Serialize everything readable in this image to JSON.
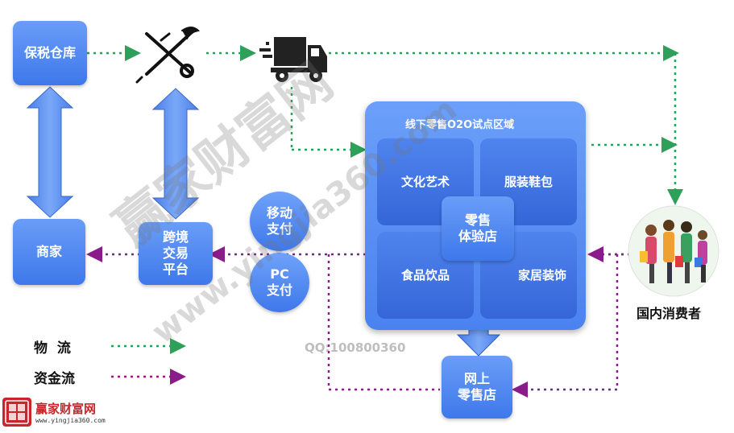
{
  "nodes": {
    "bonded_warehouse": "保税仓库",
    "merchant": "商家",
    "cross_border_platform": "跨境\n交易\n平台",
    "mobile_pay": "移动\n支付",
    "pc_pay": "PC\n支付",
    "o2o_zone_title": "线下零售O2O试点区域",
    "culture_art": "文化艺术",
    "apparel_bags": "服装鞋包",
    "food_drink": "食品饮品",
    "home_decor": "家居装饰",
    "retail_store": "零售\n体验店",
    "online_store": "网上\n零售店",
    "consumer": "国内消费者"
  },
  "legend": {
    "logistics": "物  流",
    "capital_flow": "资金流"
  },
  "watermark": {
    "qq": "QQ:100800360",
    "brand": "赢家财富网",
    "site": "www.yingjia360.com",
    "logo_text": "赢家财富网"
  },
  "colors": {
    "logistics_line": "#2ea05a",
    "capital_line": "#8b1a8b",
    "box_blue": "#4a82ef"
  },
  "icons": [
    "customs-emblem-icon",
    "truck-icon",
    "consumers-photo"
  ]
}
